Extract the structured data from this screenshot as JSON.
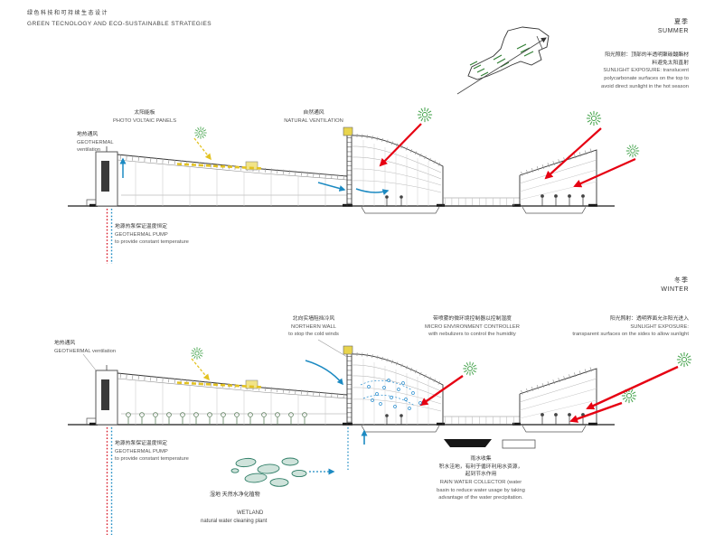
{
  "palette": {
    "green": "#3fa047",
    "red": "#e60012",
    "blue": "#1c8ac2",
    "yellow": "#e3c222",
    "ink": "#3a3a3a"
  },
  "header": {
    "title_zh": "绿色科技和可持续生态设计",
    "title_en": "GREEN TECNOLOGY AND ECO-SUSTAINABLE STRATEGIES"
  },
  "icons": {
    "sun": "sun-icon",
    "red_arrow": "sunlight-arrow",
    "blue_arrow": "airflow-arrow",
    "yellow_arrow": "solar-gain-arrow"
  },
  "summer": {
    "season_zh": "夏季",
    "season_en": "SUMMER",
    "sunlight_zh1": "阳光照射：顶部的半透明聚碳酸酯材",
    "sunlight_zh2": "料避免太阳直射",
    "sunlight_en1": "SUNLIGHT EXPOSURE: translucent",
    "sunlight_en2": "polycarbonate surfaces on the top to",
    "sunlight_en3": "avoid direct sunlight in the hot season",
    "geo_vent_zh": "地热通风",
    "geo_vent_en1": "GEOTHERMAL",
    "geo_vent_en2": "ventilation",
    "pv_zh": "太阳能板",
    "pv_en": "PHOTO VOLTAIC PANELS",
    "nat_vent_zh": "自然通风",
    "nat_vent_en": "NATURAL VENTILATION",
    "pump_zh": "地源热泵保证温度恒定",
    "pump_en1": "GEOTHERMAL PUMP",
    "pump_en2": "to provide constant temperature"
  },
  "winter": {
    "season_zh": "冬季",
    "season_en": "WINTER",
    "sunlight_zh": "阳光照射：透明界面允许阳光进入",
    "sunlight_en1": "SUNLIGHT EXPOSURE:",
    "sunlight_en2": "transparent surfaces on the sides to allow sunlight",
    "geo_vent_zh": "地热通风",
    "geo_vent_en": "GEOTHERMAL ventilation",
    "north_wall_zh": "北向实墙阻挡冷风",
    "north_wall_en1": "NORTHERN WALL",
    "north_wall_en2": "to stop the cold winds",
    "micro_zh": "带喷雾的微环境控制器以控制湿度",
    "micro_en1": "MICRO ENVIRONMENT CONTROLLER",
    "micro_en2": "with nebulizers to control the humidity",
    "pump_zh": "地源热泵保证温度恒定",
    "pump_en1": "GEOTHERMAL PUMP",
    "pump_en2": "to provide constant temperature",
    "rain_zh1": "雨水收集",
    "rain_zh2": "积水洼地，有利于循环利用水资源，",
    "rain_zh3": "起到节水作用",
    "rain_en1": "RAIN WATER COLLECTOR (water",
    "rain_en2": "basin to reduce water usage by taking",
    "rain_en3": "advantage of the water precipitation.",
    "wetland_zh": "湿地  天然水净化植物",
    "wetland_en1": "WETLAND",
    "wetland_en2": "natural water cleaning plant"
  }
}
